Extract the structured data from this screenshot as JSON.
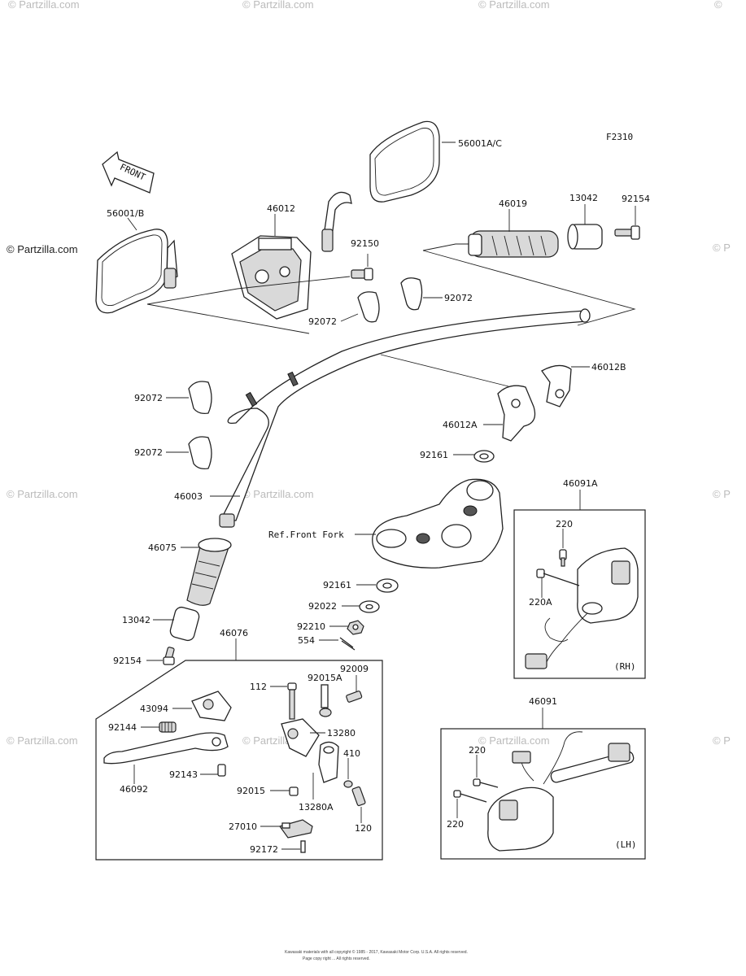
{
  "watermarks": {
    "top_1": "© Partzilla.com",
    "top_2": "© Partzilla.com",
    "top_3": "© Partzilla.com",
    "top_4": "©",
    "left": "© Partzilla.com",
    "mid_left": "© Partzilla.com",
    "mid_center": "© Partzilla.com",
    "mid_right": "© P",
    "low_left": "© Partzilla.com",
    "low_center": "© Partzilla.com",
    "low_right_box": "© Partzilla.com",
    "low_right": "© P",
    "right_upper": "© P"
  },
  "figure_code": "F2310",
  "front_arrow_text": "FRONT",
  "labels": {
    "mirror_right": "56001A/C",
    "mirror_left": "56001/B",
    "holder_left": "46012",
    "bolt_92150": "92150",
    "clamp_92072_a": "92072",
    "clamp_92072_b": "92072",
    "grip_46019": "46019",
    "weight_13042_top": "13042",
    "screw_92154_top": "92154",
    "holder_46012B": "46012B",
    "holder_46012A": "46012A",
    "washer_92161_top": "92161",
    "clamp_92072_c": "92072",
    "clamp_92072_d": "92072",
    "handlebar": "46003",
    "grip_46075": "46075",
    "weight_13042_low": "13042",
    "screw_92154_low": "92154",
    "front_fork_ref": "Ref.Front Fork",
    "washer_92161_low": "92161",
    "washer_92022": "92022",
    "nut_92210": "92210",
    "pin_554": "554",
    "lever_assy": "46076",
    "bolt_112": "112",
    "bolt_92015A": "92015A",
    "bolt_92009": "92009",
    "bracket_43094": "43094",
    "spring_92144": "92144",
    "holder_13280": "13280",
    "collar_92143": "92143",
    "lever_46092": "46092",
    "bolt_92015": "92015",
    "washer_410": "410",
    "holder_13280A": "13280A",
    "bolt_120": "120",
    "switch_27010": "27010",
    "screw_92172": "92172",
    "switch_rh_assy": "46091A",
    "screw_220_rh": "220",
    "screw_220A": "220A",
    "rh_tag": "(RH)",
    "switch_lh_assy": "46091",
    "screw_220_lh_a": "220",
    "screw_220_lh_b": "220",
    "lh_tag": "(LH)"
  },
  "footer": {
    "line1": "Kawasaki materials with all copyright © 1985 - 2017, Kawasaki Motor Corp. U.S.A. All rights reserved.",
    "line2": "Page copy right ... All rights reserved."
  }
}
